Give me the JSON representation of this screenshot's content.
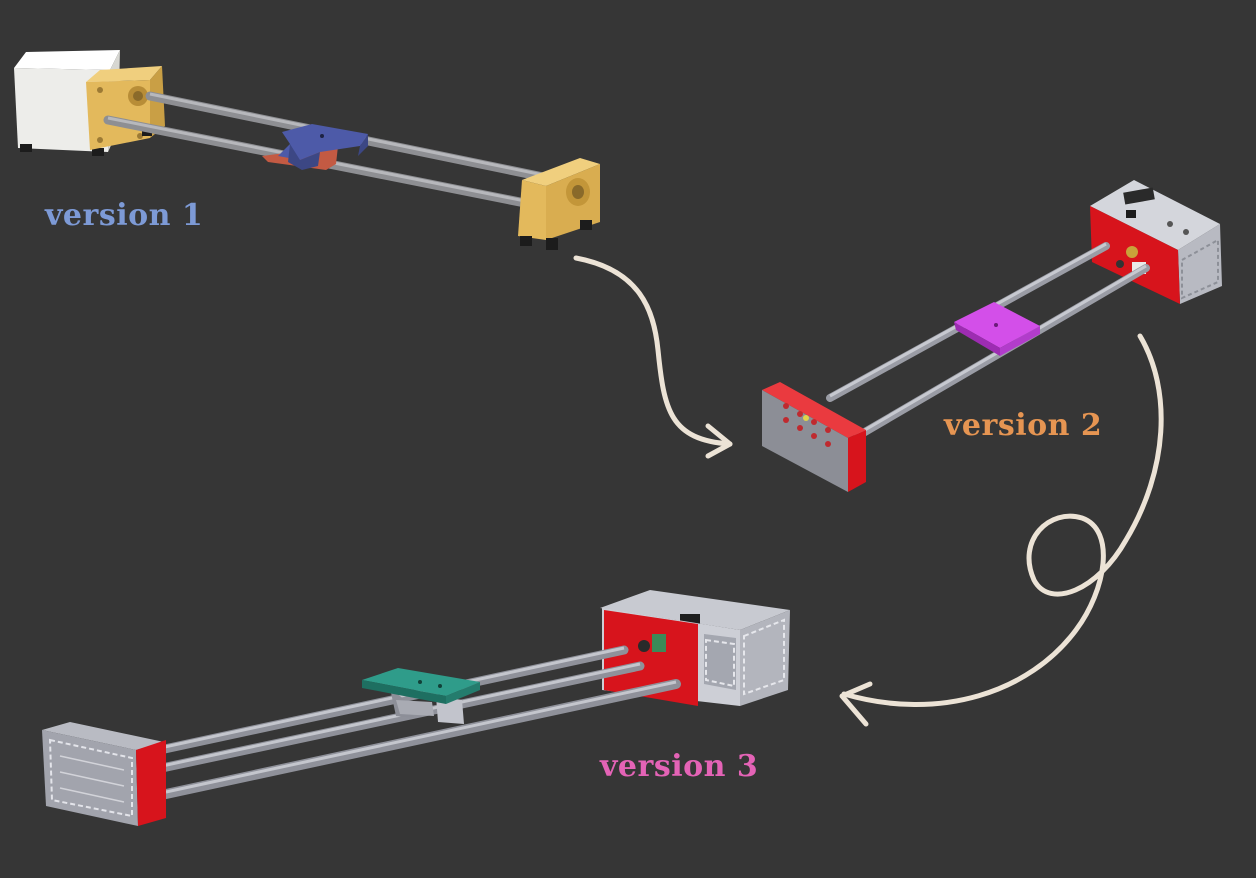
{
  "labels": {
    "v1": "version 1",
    "v2": "version 2",
    "v3": "version 3"
  },
  "colors": {
    "background": "#363636",
    "v1_label": "#7d9ad6",
    "v2_label": "#e69552",
    "v3_label": "#e463b6",
    "arrow": "#ece3d6",
    "v1_endblocks": "#e6be62",
    "v1_motor_box": "#efefea",
    "v1_carriage": "#4d5aa8",
    "v2_panel": "#d7141c",
    "v2_carriage": "#c93ae0",
    "v3_panel": "#d7141c",
    "v3_carriage": "#2f9c8a",
    "rail": "#a5a8b1",
    "enclosure": "#c4c6cf"
  }
}
